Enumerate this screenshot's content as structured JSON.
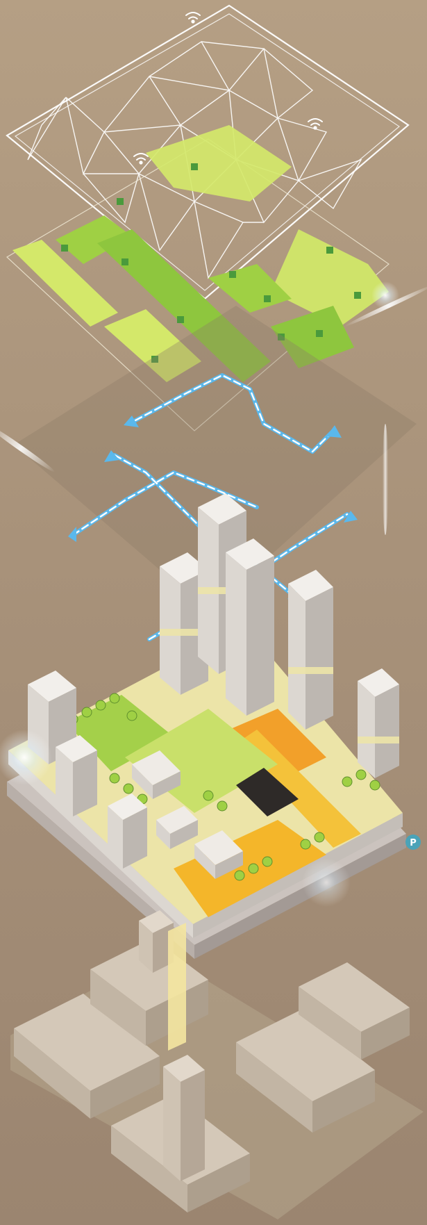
{
  "colors": {
    "background": "#ad977d",
    "wire_frame": "#ffffff",
    "green_light": "#d4e86a",
    "green_mid": "#9fd044",
    "green_dark": "#4a9a3c",
    "flow_blue": "#5ab8ec",
    "podium_cream": "#ece4a8",
    "plaza_orange": "#f4b62a",
    "tower_gray": "#dcd7d1",
    "parking_badge": "#4aa3b8",
    "base_block": "#c9bcaa"
  },
  "layers": [
    {
      "id": "network-layer",
      "icon": "wifi-icon"
    },
    {
      "id": "green-layer",
      "icon": "tree-icon"
    },
    {
      "id": "circulation-layer",
      "icon": "arrow-icon"
    },
    {
      "id": "building-layer",
      "icon": "tower-icon"
    },
    {
      "id": "base-city-layer",
      "icon": "city-block-icon"
    }
  ],
  "parking_badge": {
    "text": "P"
  }
}
